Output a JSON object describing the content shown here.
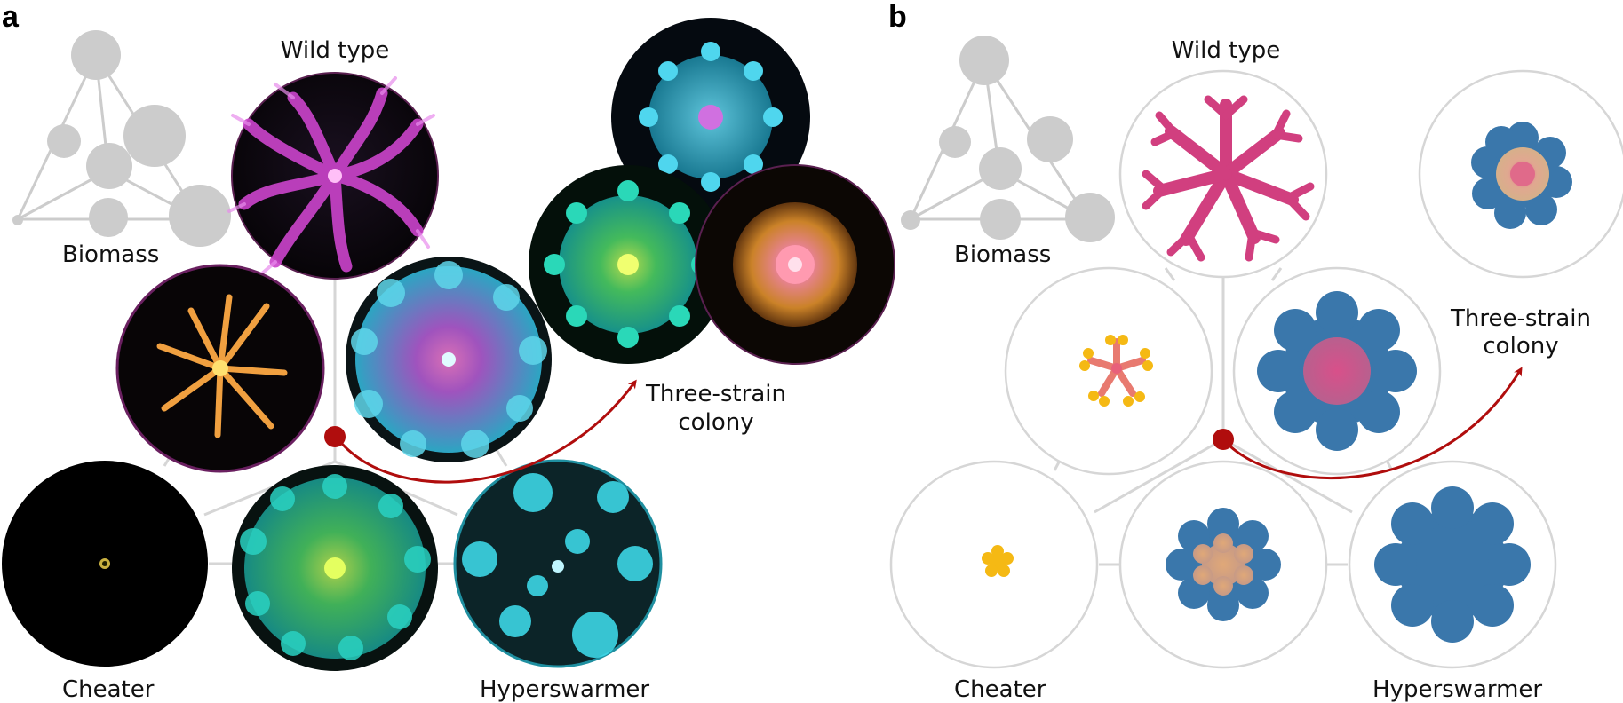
{
  "panel_a": {
    "letter": "a",
    "wild_type": "Wild type",
    "biomass": "Biomass",
    "cheater": "Cheater",
    "hyperswarmer": "Hyperswarmer",
    "three_strain_line1": "Three-strain",
    "three_strain_line2": "colony"
  },
  "panel_b": {
    "letter": "b",
    "wild_type": "Wild type",
    "biomass": "Biomass",
    "cheater": "Cheater",
    "hyperswarmer": "Hyperswarmer",
    "three_strain_line1": "Three-strain",
    "three_strain_line2": "colony"
  },
  "colors": {
    "wild_type": "#d13f7f",
    "cheater": "#f5b914",
    "hyperswarmer": "#3a77ab",
    "arrow": "#b00d0d",
    "circle_outline": "#d6d6d6",
    "biomass_glyph": "#cccccc",
    "plate_background": "#000000"
  }
}
